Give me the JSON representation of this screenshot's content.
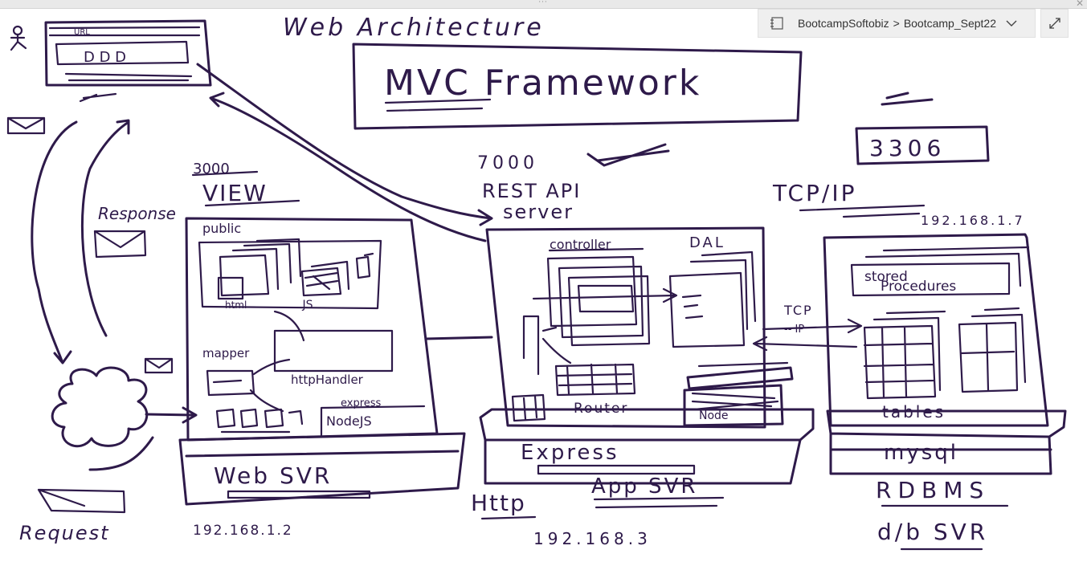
{
  "window": {
    "notebook_icon": "notebook-icon",
    "breadcrumb": {
      "notebook": "BootcampSoftobiz",
      "separator": ">",
      "section": "Bootcamp_Sept22"
    },
    "dropdown_icon": "chevron-down-icon",
    "expand_icon": "expand-icon"
  },
  "ink_color": "#2e1a4a",
  "sketch": {
    "title": "Web Architecture",
    "framework_box": "MVC Framework",
    "client": {
      "browser_url": "URL",
      "browser_content": "D D D"
    },
    "flow": {
      "response": "Response",
      "request": "Request"
    },
    "web_server": {
      "port": "3000",
      "role": "VIEW",
      "public_label": "public",
      "html_label": "html",
      "js_label": ".JS",
      "mapper_label": "mapper",
      "handler_label": "httpHandler",
      "express_label": "express",
      "node_label": "NodeJS",
      "name": "Web SVR",
      "ip": "192.168.1.2"
    },
    "app_server": {
      "port": "7000",
      "role_line1": "REST API",
      "role_line2": "server",
      "controller_label": "controller",
      "dal_label": "DAL",
      "router_label": "Router",
      "node_label": "Node",
      "platform": "Express",
      "name": "App SVR",
      "protocol": "Http",
      "ip": "192.168.3"
    },
    "db_server": {
      "port": "3306",
      "protocol": "TCP/IP",
      "ip": "192.168.1.7",
      "stored_procedures_line1": "stored",
      "stored_procedures_line2": "Procedures",
      "tables_label": "tables",
      "link_label": "TCP",
      "link_sublabel": "-- IP",
      "engine": "mysql",
      "type": "RDBMS",
      "name": "d/b SVR"
    }
  }
}
